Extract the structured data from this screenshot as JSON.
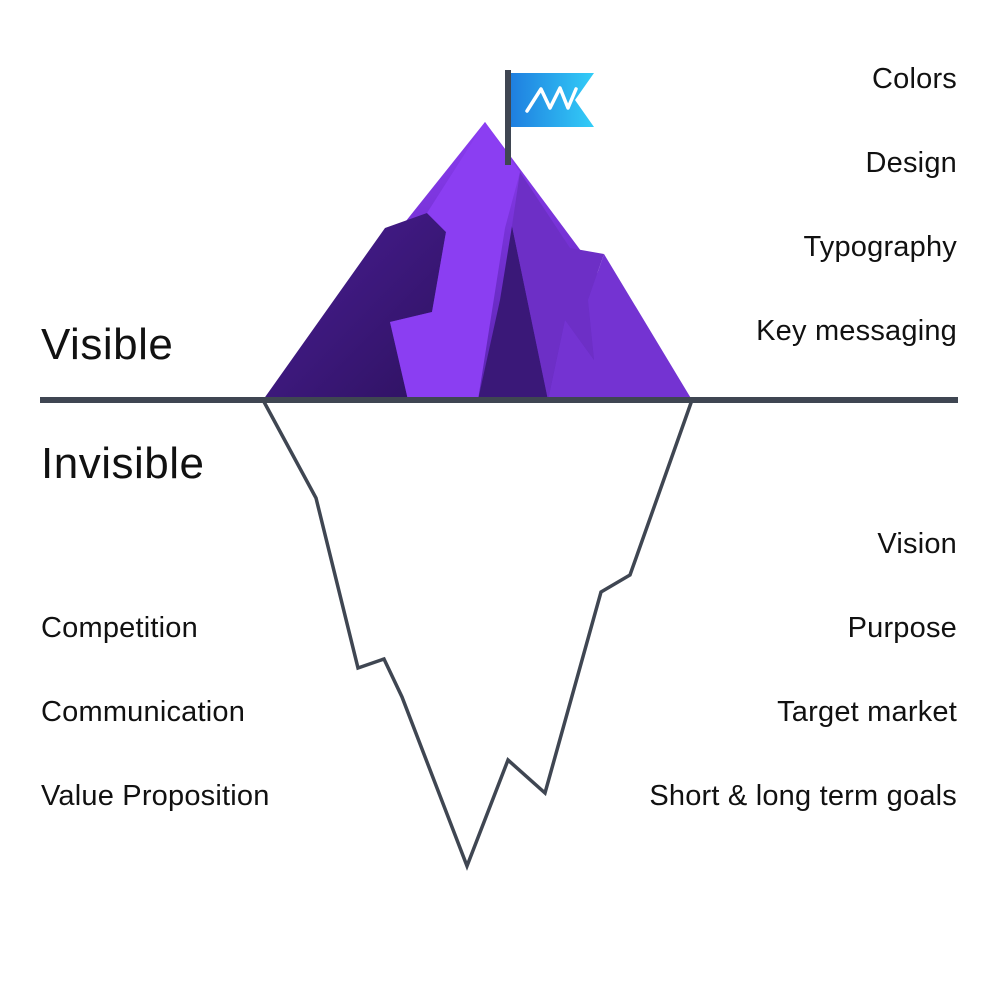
{
  "visible_heading": "Visible",
  "invisible_heading": "Invisible",
  "visible_items": [
    "Colors",
    "Design",
    "Typography",
    "Key messaging"
  ],
  "invisible_right_items": [
    "Vision",
    "Purpose",
    "Target market",
    "Short & long term goals"
  ],
  "invisible_left_items": [
    "Competition",
    "Communication",
    "Value Proposition"
  ],
  "colors": {
    "waterline": "#3f4652",
    "mountain_light": "#8a3cf0",
    "mountain_mid": "#6a2cc0",
    "mountain_dark": "#35166e",
    "flag_light": "#2fc3f5",
    "flag_dark": "#1f7fe0",
    "outline": "#3f4652",
    "text": "#111111"
  },
  "icons": {
    "flag": "brand-flag-icon"
  }
}
